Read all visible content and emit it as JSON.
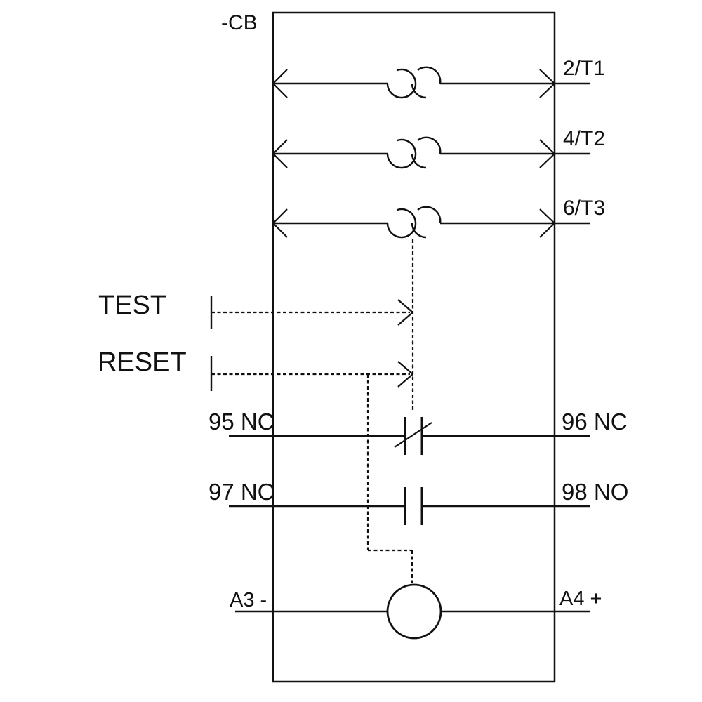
{
  "diagram": {
    "type": "electrical schematic - overload relay",
    "device_label": "-CB",
    "poles": [
      {
        "terminal": "2/T1",
        "symbol": "current-transformer"
      },
      {
        "terminal": "4/T2",
        "symbol": "current-transformer"
      },
      {
        "terminal": "6/T3",
        "symbol": "current-transformer"
      }
    ],
    "controls": {
      "test_label": "TEST",
      "reset_label": "RESET"
    },
    "contacts": [
      {
        "left_terminal": "95 NC",
        "right_terminal": "96 NC",
        "type": "NC break contact"
      },
      {
        "left_terminal": "97 NO",
        "right_terminal": "98 NO",
        "type": "NO make contact"
      }
    ],
    "coil": {
      "left_terminal": "A3 -",
      "right_terminal": "A4 +",
      "symbol": "circle"
    },
    "colors": {
      "line": "#111111",
      "background": "#ffffff"
    }
  }
}
